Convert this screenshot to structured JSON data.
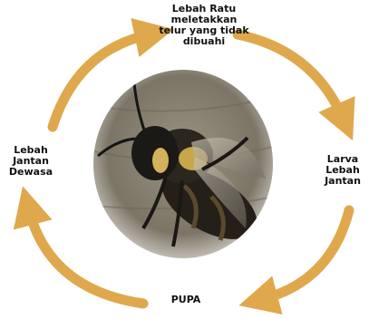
{
  "colors": {
    "arrow": "#e0a84c",
    "background": "#ffffff",
    "text": "#111111"
  },
  "stages": [
    {
      "lines": [
        "Lebah Ratu",
        "meletakkan",
        "telur yang tidak",
        "dibuahi"
      ]
    },
    {
      "lines": [
        "Larva",
        "Lebah",
        "Jantan"
      ]
    },
    {
      "lines": [
        "PUPA"
      ]
    },
    {
      "lines": [
        "Lebah",
        "Jantan",
        "Dewasa"
      ]
    }
  ],
  "center_image": {
    "subject": "bee-photo"
  }
}
